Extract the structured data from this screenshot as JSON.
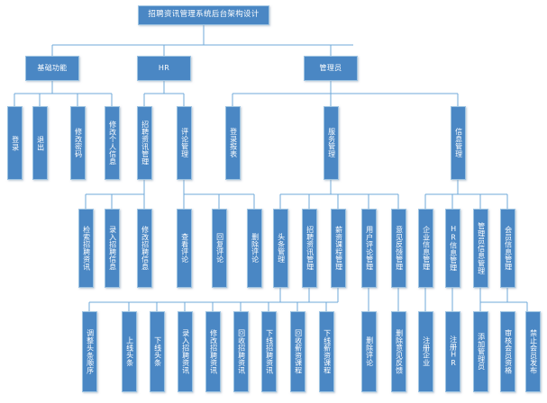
{
  "diagram": {
    "type": "tree",
    "title": "招聘资讯管理系统后台架构设计",
    "orientation": "top-down",
    "node_fill": "#4a87c4",
    "node_border": "#9ec4e2",
    "connector_color": "#6fa8d8",
    "text_color": "#ffffff",
    "background": "#ffffff",
    "levels": 5
  },
  "nodes": {
    "root": {
      "label": "招聘资讯管理系统后台架构设计"
    },
    "l2": {
      "basic": {
        "label": "基础功能"
      },
      "hr": {
        "label": "HR"
      },
      "admin": {
        "label": "管理员"
      }
    },
    "l3": {
      "login": {
        "label": "登录"
      },
      "logout": {
        "label": "退出"
      },
      "changepwd": {
        "label": "修改密码"
      },
      "changeinfo": {
        "label": "修改个人信息"
      },
      "jobinfo_mgr": {
        "label": "招聘资讯管理"
      },
      "comment_mgr": {
        "label": "评论管理"
      },
      "login_report": {
        "label": "登录报表"
      },
      "service_mgr": {
        "label": "服务管理"
      },
      "info_mgr": {
        "label": "信息管理"
      }
    },
    "l4": {
      "search_job": {
        "label": "检索招聘资讯"
      },
      "input_job": {
        "label": "录入招聘信息"
      },
      "modify_job": {
        "label": "修改招聘信息"
      },
      "view_comment": {
        "label": "查看评论"
      },
      "reply_comment": {
        "label": "回复评论"
      },
      "delete_comment": {
        "label": "删除评论"
      },
      "headline_mgr": {
        "label": "头条管理"
      },
      "jobnews_mgr": {
        "label": "招聘资讯管理"
      },
      "salary_course_mgr": {
        "label": "薪资课程管理"
      },
      "user_comment_mgr": {
        "label": "用户评论管理"
      },
      "feedback_mgr": {
        "label": "意见反馈管理"
      },
      "company_info_mgr": {
        "label": "企业信息管理"
      },
      "hr_info_mgr": {
        "label": "HR信息管理"
      },
      "admin_info_mgr": {
        "label": "管理员信息管理"
      },
      "member_info_mgr": {
        "label": "会员信息管理"
      }
    },
    "l5": {
      "adjust_headline": {
        "label": "调整头条顺序"
      },
      "online_headline": {
        "label": "上线头条"
      },
      "offline_headline": {
        "label": "下线头条"
      },
      "input_jobnews": {
        "label": "录入招聘资讯"
      },
      "modify_jobnews": {
        "label": "修改招聘资讯"
      },
      "recycle_jobnews": {
        "label": "回收招聘资讯"
      },
      "offline_jobnews": {
        "label": "下线招聘资讯"
      },
      "recycle_course": {
        "label": "回收薪资课程"
      },
      "offline_course": {
        "label": "下线薪资课程"
      },
      "del_comment": {
        "label": "删除评论"
      },
      "del_feedback": {
        "label": "删除意见反馈"
      },
      "register_company": {
        "label": "注册企业"
      },
      "register_hr": {
        "label": "注册HR"
      },
      "add_admin": {
        "label": "添加管理员"
      },
      "audit_member": {
        "label": "审核会员资格"
      },
      "ban_member": {
        "label": "禁止会员发布"
      }
    }
  },
  "edges": [
    {
      "from": "root",
      "to": "basic"
    },
    {
      "from": "root",
      "to": "hr"
    },
    {
      "from": "root",
      "to": "admin"
    },
    {
      "from": "basic",
      "to": "login"
    },
    {
      "from": "basic",
      "to": "logout"
    },
    {
      "from": "basic",
      "to": "changepwd"
    },
    {
      "from": "basic",
      "to": "changeinfo"
    },
    {
      "from": "hr",
      "to": "jobinfo_mgr"
    },
    {
      "from": "hr",
      "to": "comment_mgr"
    },
    {
      "from": "admin",
      "to": "login_report"
    },
    {
      "from": "admin",
      "to": "service_mgr"
    },
    {
      "from": "admin",
      "to": "info_mgr"
    },
    {
      "from": "jobinfo_mgr",
      "to": "search_job"
    },
    {
      "from": "jobinfo_mgr",
      "to": "input_job"
    },
    {
      "from": "jobinfo_mgr",
      "to": "modify_job"
    },
    {
      "from": "comment_mgr",
      "to": "view_comment"
    },
    {
      "from": "comment_mgr",
      "to": "reply_comment"
    },
    {
      "from": "comment_mgr",
      "to": "delete_comment"
    },
    {
      "from": "service_mgr",
      "to": "headline_mgr"
    },
    {
      "from": "service_mgr",
      "to": "jobnews_mgr"
    },
    {
      "from": "service_mgr",
      "to": "salary_course_mgr"
    },
    {
      "from": "service_mgr",
      "to": "user_comment_mgr"
    },
    {
      "from": "service_mgr",
      "to": "feedback_mgr"
    },
    {
      "from": "info_mgr",
      "to": "company_info_mgr"
    },
    {
      "from": "info_mgr",
      "to": "hr_info_mgr"
    },
    {
      "from": "info_mgr",
      "to": "admin_info_mgr"
    },
    {
      "from": "info_mgr",
      "to": "member_info_mgr"
    },
    {
      "from": "headline_mgr",
      "to": "adjust_headline"
    },
    {
      "from": "headline_mgr",
      "to": "online_headline"
    },
    {
      "from": "headline_mgr",
      "to": "offline_headline"
    },
    {
      "from": "jobnews_mgr",
      "to": "input_jobnews"
    },
    {
      "from": "jobnews_mgr",
      "to": "modify_jobnews"
    },
    {
      "from": "jobnews_mgr",
      "to": "recycle_jobnews"
    },
    {
      "from": "jobnews_mgr",
      "to": "offline_jobnews"
    },
    {
      "from": "salary_course_mgr",
      "to": "recycle_course"
    },
    {
      "from": "salary_course_mgr",
      "to": "offline_course"
    },
    {
      "from": "user_comment_mgr",
      "to": "del_comment"
    },
    {
      "from": "feedback_mgr",
      "to": "del_feedback"
    },
    {
      "from": "company_info_mgr",
      "to": "register_company"
    },
    {
      "from": "hr_info_mgr",
      "to": "register_hr"
    },
    {
      "from": "admin_info_mgr",
      "to": "add_admin"
    },
    {
      "from": "member_info_mgr",
      "to": "audit_member"
    },
    {
      "from": "member_info_mgr",
      "to": "ban_member"
    }
  ]
}
